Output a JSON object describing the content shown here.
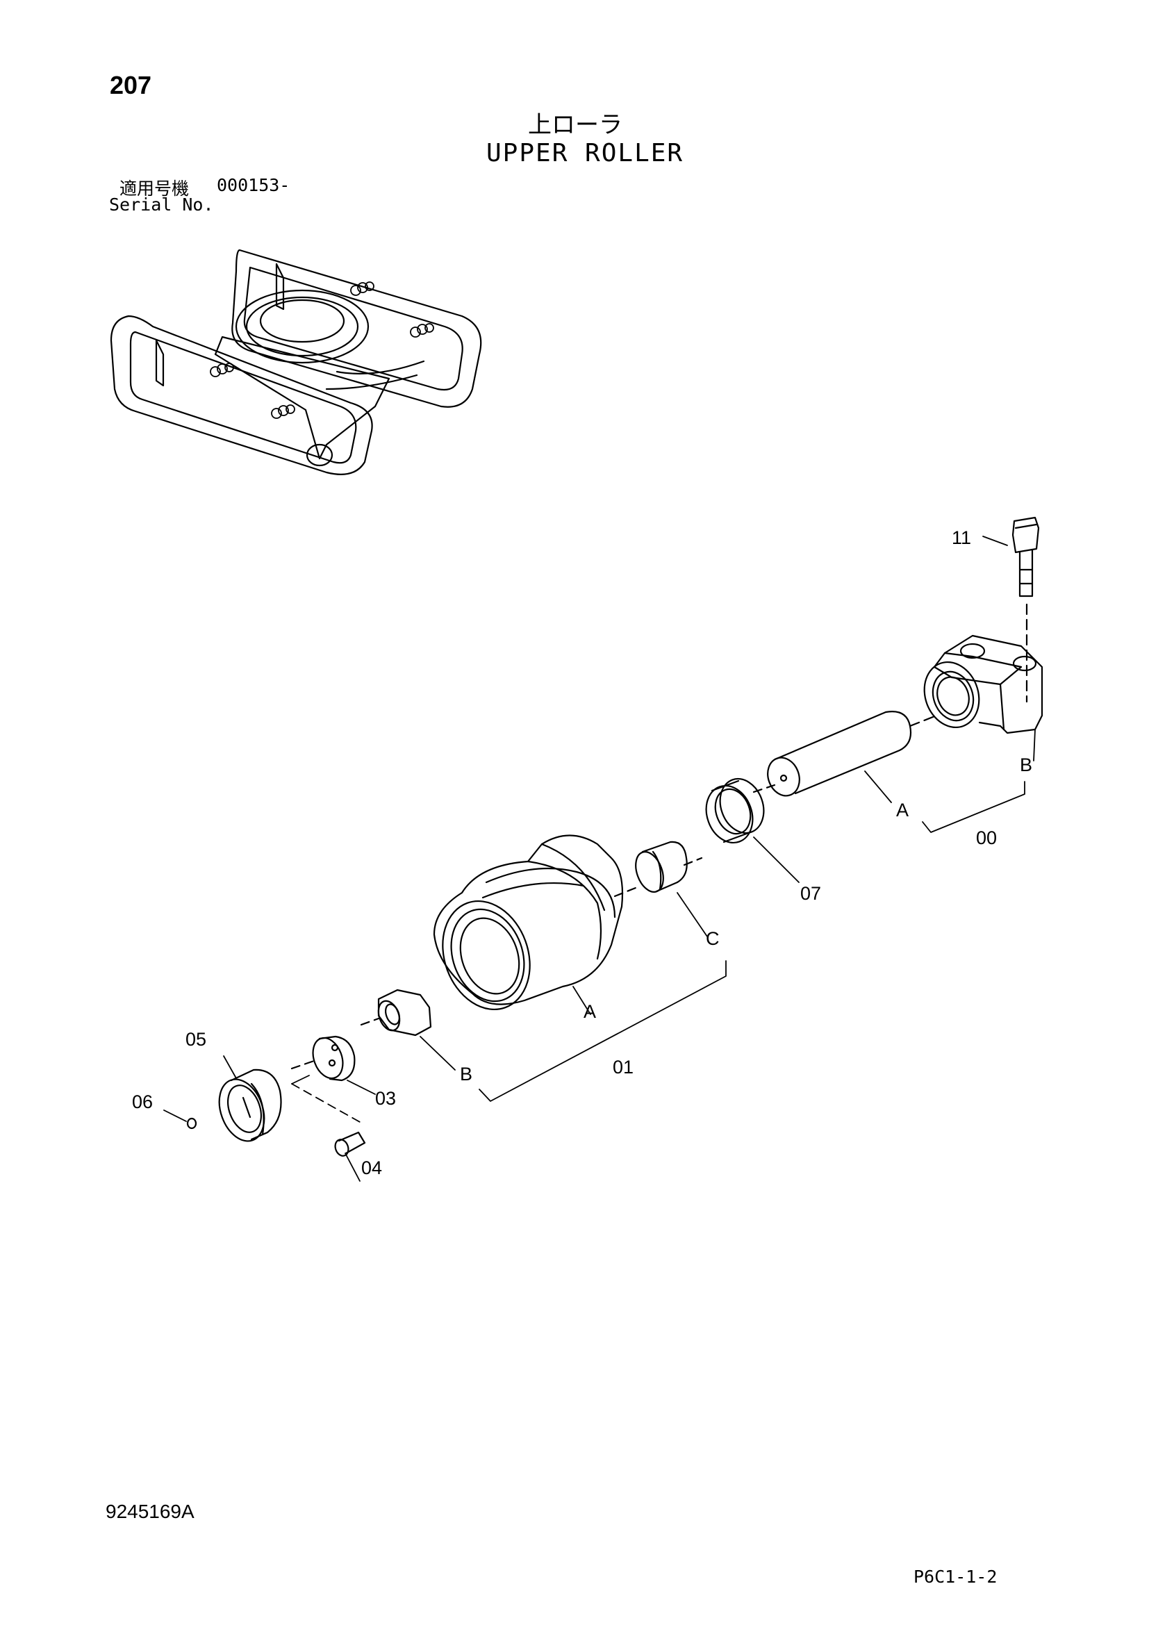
{
  "page": {
    "number": "207",
    "title_jp": "上ローラ",
    "title_en": "UPPER ROLLER",
    "serial_label_jp": "適用号機",
    "serial_value": "000153-",
    "serial_label_en": "Serial No.",
    "document_number": "9245169A",
    "sheet_reference": "P6C1-1-2"
  },
  "callouts": {
    "p11": "11",
    "p00": "00",
    "p07": "07",
    "p01": "01",
    "p03": "03",
    "p04": "04",
    "p05": "05",
    "p06": "06",
    "subA_shaft": "A",
    "subB_bracket": "B",
    "subC_bushing": "C",
    "subA_roller": "A",
    "subB_collar": "B"
  }
}
